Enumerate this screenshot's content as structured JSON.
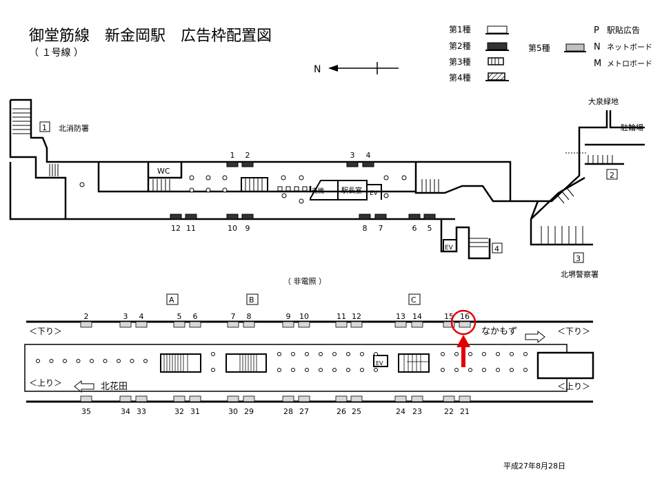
{
  "title": "御堂筋線　新金岡駅　広告枠配置図",
  "subtitle": "（ １号線 ）",
  "north": "N",
  "legend": {
    "types": [
      {
        "label": "第1種",
        "color": "#ffffff"
      },
      {
        "label": "第2種",
        "color": "#333333"
      },
      {
        "label": "第3種",
        "pattern": "stripes-vertical"
      },
      {
        "label": "第4種",
        "pattern": "hatch"
      }
    ],
    "type5": {
      "label": "第5種",
      "color": "#c0c0c0"
    },
    "codes": [
      {
        "key": "P",
        "label": "駅貼広告"
      },
      {
        "key": "N",
        "label": "ネットボード"
      },
      {
        "key": "M",
        "label": "メトロボード"
      }
    ]
  },
  "concourse": {
    "exits": [
      {
        "num": "1",
        "name": "北消防署"
      },
      {
        "num": "2",
        "name": "駐輪場"
      },
      {
        "num": "3",
        "name": "北堺警察署"
      },
      {
        "num": "4",
        "name": ""
      }
    ],
    "landmark_top": "大泉緑地",
    "rooms": {
      "wc": "WC",
      "ticket": "売機",
      "office": "駅長室",
      "ev": "EV",
      "ev2": "EV"
    },
    "panels_top": [
      "1",
      "2",
      "3",
      "4"
    ],
    "panels_bottom": [
      "12",
      "11",
      "10",
      "9",
      "8",
      "7",
      "6",
      "5"
    ]
  },
  "note": "（ 非電照 ）",
  "platform": {
    "zones": [
      "A",
      "B",
      "C"
    ],
    "panels_top": [
      "2",
      "3",
      "4",
      "5",
      "6",
      "7",
      "8",
      "9",
      "10",
      "11",
      "12",
      "13",
      "14",
      "15",
      "16"
    ],
    "panels_bottom": [
      "35",
      "34",
      "33",
      "32",
      "31",
      "30",
      "29",
      "28",
      "27",
      "26",
      "25",
      "24",
      "23",
      "22",
      "21"
    ],
    "down_label": "＜下り＞",
    "up_label": "＜上り＞",
    "dest_down": "なかもず",
    "dest_up": "北花田",
    "ev": "EV",
    "highlight": "16",
    "highlight_color": "#e00000"
  },
  "date": "平成27年8月28日"
}
